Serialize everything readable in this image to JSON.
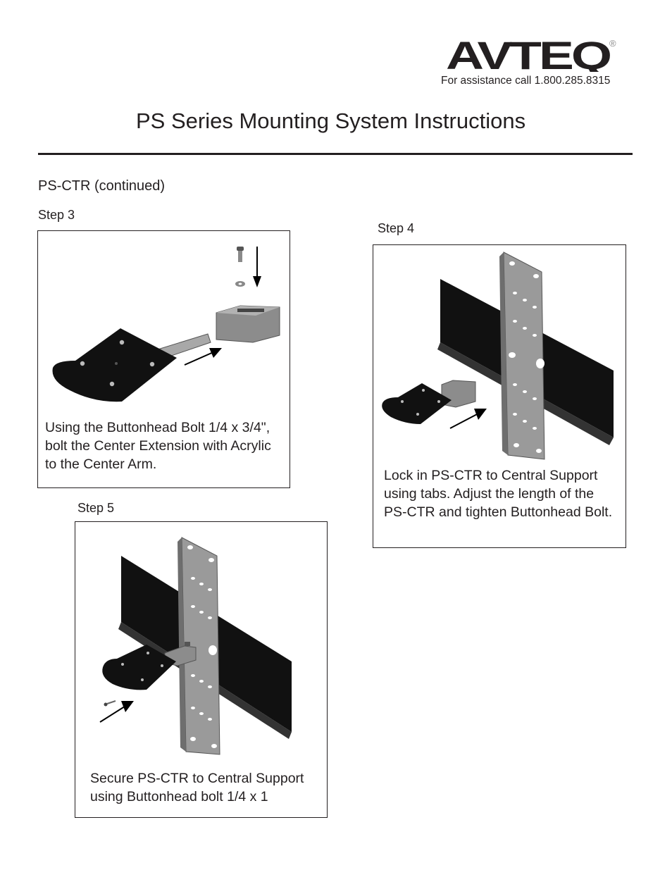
{
  "header": {
    "brand": "AVTEQ",
    "registered_mark": "®",
    "assistance": "For assistance call 1.800.285.8315",
    "title": "PS Series Mounting System Instructions"
  },
  "section_title": "PS-CTR (continued)",
  "steps": [
    {
      "label": "Step 3",
      "caption": "Using the Buttonhead Bolt 1/4 x 3/4\", bolt the Center Extension with Acrylic to the Center Arm."
    },
    {
      "label": "Step 4",
      "caption": "Lock in PS-CTR to Central Support using tabs.  Adjust the length of the PS-CTR and tighten Buttonhead Bolt."
    },
    {
      "label": "Step 5",
      "caption": "Secure PS-CTR to Central Support using Buttonhead bolt 1/4 x 1"
    }
  ],
  "colors": {
    "ink": "#231f20",
    "plate": "#111111",
    "metal": "#9a9a9a",
    "metal_dark": "#6e6e6e"
  }
}
